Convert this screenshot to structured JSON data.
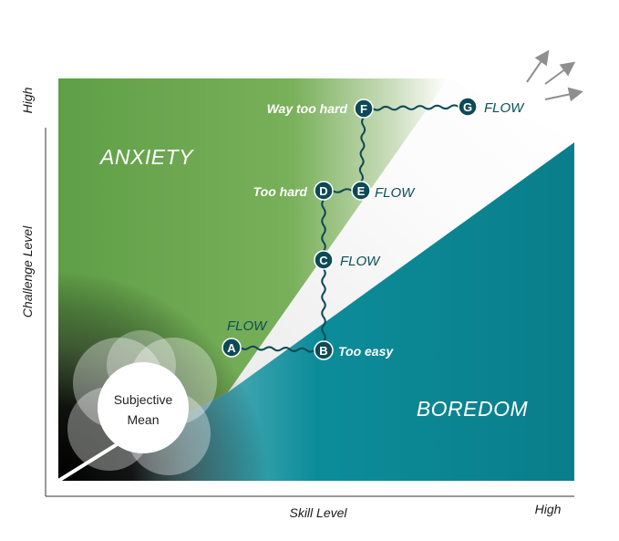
{
  "axes": {
    "x_label": "Skill Level",
    "x_high": "High",
    "y_label": "Challenge Level",
    "y_high": "High"
  },
  "zones": {
    "anxiety": "ANXIETY",
    "boredom": "BOREDOM"
  },
  "mean": {
    "line1": "Subjective",
    "line2": "Mean"
  },
  "nodes": {
    "a": {
      "letter": "A",
      "label": "FLOW"
    },
    "b": {
      "letter": "B",
      "label": "Too easy"
    },
    "c": {
      "letter": "C",
      "label": "FLOW"
    },
    "d": {
      "letter": "D",
      "label": "Too hard"
    },
    "e": {
      "letter": "E",
      "label": "FLOW"
    },
    "f": {
      "letter": "F",
      "label": "Way too hard"
    },
    "g": {
      "letter": "G",
      "label": "FLOW"
    }
  },
  "colors": {
    "anxiety": "#6aa84f",
    "boredom": "#0b8a98",
    "node": "#0d4a55",
    "flow_text": "#0b4f5a",
    "arrow": "#8f8f8f"
  }
}
